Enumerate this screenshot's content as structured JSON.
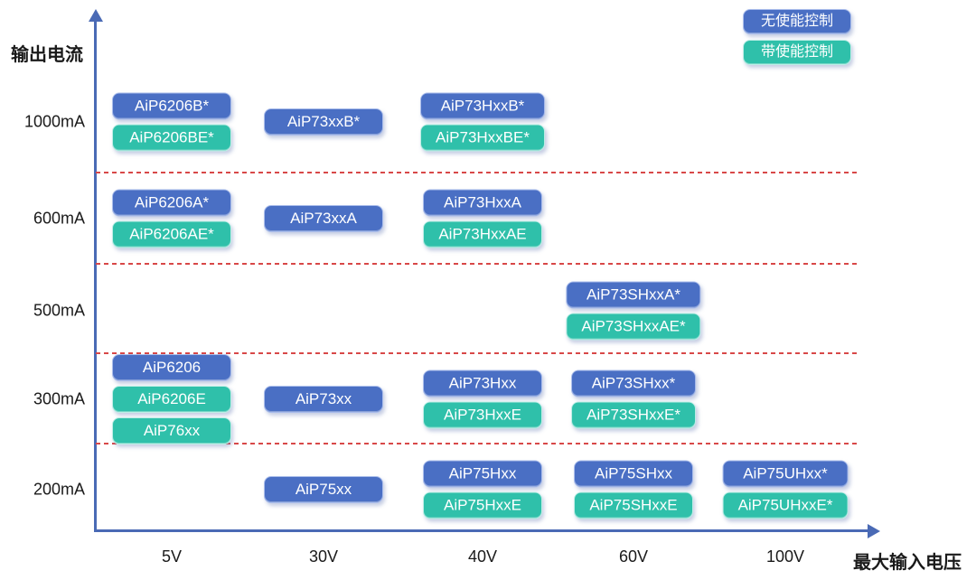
{
  "page": {
    "background": "#ffffff"
  },
  "colors": {
    "box_blue": "#4a6fc4",
    "box_teal": "#2fc0aa",
    "axis_blue": "#4a6ab5",
    "separator_red": "#d84848",
    "box_text": "#ffffff",
    "label_text": "#1a1a1a"
  },
  "chart_data": {
    "type": "scatter",
    "title": "",
    "x_axis": {
      "label": "最大输入电压",
      "ticks": [
        "5V",
        "30V",
        "40V",
        "60V",
        "100V"
      ]
    },
    "y_axis": {
      "label": "输出电流",
      "ticks": [
        "1000mA",
        "600mA",
        "500mA",
        "300mA",
        "200mA"
      ]
    },
    "legend": [
      {
        "label": "无使能控制",
        "variant": "no-enable",
        "color": "#4a6fc4"
      },
      {
        "label": "带使能控制",
        "variant": "enable",
        "color": "#2fc0aa"
      }
    ],
    "legend_position": "top-right",
    "grid": "red dashed horizontal separators between current rows",
    "groups": [
      {
        "x": "5V",
        "y": "1000mA",
        "items": [
          {
            "label": "AiP6206B*",
            "variant": "no-enable"
          },
          {
            "label": "AiP6206BE*",
            "variant": "enable"
          }
        ]
      },
      {
        "x": "30V",
        "y": "1000mA",
        "items": [
          {
            "label": "AiP73xxB*",
            "variant": "no-enable"
          }
        ]
      },
      {
        "x": "40V",
        "y": "1000mA",
        "items": [
          {
            "label": "AiP73HxxB*",
            "variant": "no-enable"
          },
          {
            "label": "AiP73HxxBE*",
            "variant": "enable"
          }
        ]
      },
      {
        "x": "5V",
        "y": "600mA",
        "items": [
          {
            "label": "AiP6206A*",
            "variant": "no-enable"
          },
          {
            "label": "AiP6206AE*",
            "variant": "enable"
          }
        ]
      },
      {
        "x": "30V",
        "y": "600mA",
        "items": [
          {
            "label": "AiP73xxA",
            "variant": "no-enable"
          }
        ]
      },
      {
        "x": "40V",
        "y": "600mA",
        "items": [
          {
            "label": "AiP73HxxA",
            "variant": "no-enable"
          },
          {
            "label": "AiP73HxxAE",
            "variant": "enable"
          }
        ]
      },
      {
        "x": "60V",
        "y": "500mA",
        "items": [
          {
            "label": "AiP73SHxxA*",
            "variant": "no-enable"
          },
          {
            "label": "AiP73SHxxAE*",
            "variant": "enable"
          }
        ]
      },
      {
        "x": "5V",
        "y": "300mA",
        "items": [
          {
            "label": "AiP6206",
            "variant": "no-enable"
          },
          {
            "label": "AiP6206E",
            "variant": "enable"
          },
          {
            "label": "AiP76xx",
            "variant": "enable"
          }
        ]
      },
      {
        "x": "30V",
        "y": "300mA",
        "items": [
          {
            "label": "AiP73xx",
            "variant": "no-enable"
          }
        ]
      },
      {
        "x": "40V",
        "y": "300mA",
        "items": [
          {
            "label": "AiP73Hxx",
            "variant": "no-enable"
          },
          {
            "label": "AiP73HxxE",
            "variant": "enable"
          }
        ]
      },
      {
        "x": "60V",
        "y": "300mA",
        "items": [
          {
            "label": "AiP73SHxx*",
            "variant": "no-enable"
          },
          {
            "label": "AiP73SHxxE*",
            "variant": "enable"
          }
        ]
      },
      {
        "x": "30V",
        "y": "200mA",
        "items": [
          {
            "label": "AiP75xx",
            "variant": "no-enable"
          }
        ]
      },
      {
        "x": "40V",
        "y": "200mA",
        "items": [
          {
            "label": "AiP75Hxx",
            "variant": "no-enable"
          },
          {
            "label": "AiP75HxxE",
            "variant": "enable"
          }
        ]
      },
      {
        "x": "60V",
        "y": "200mA",
        "items": [
          {
            "label": "AiP75SHxx",
            "variant": "no-enable"
          },
          {
            "label": "AiP75SHxxE",
            "variant": "enable"
          }
        ]
      },
      {
        "x": "100V",
        "y": "200mA",
        "items": [
          {
            "label": "AiP75UHxx*",
            "variant": "no-enable"
          },
          {
            "label": "AiP75UHxxE*",
            "variant": "enable"
          }
        ]
      }
    ]
  }
}
